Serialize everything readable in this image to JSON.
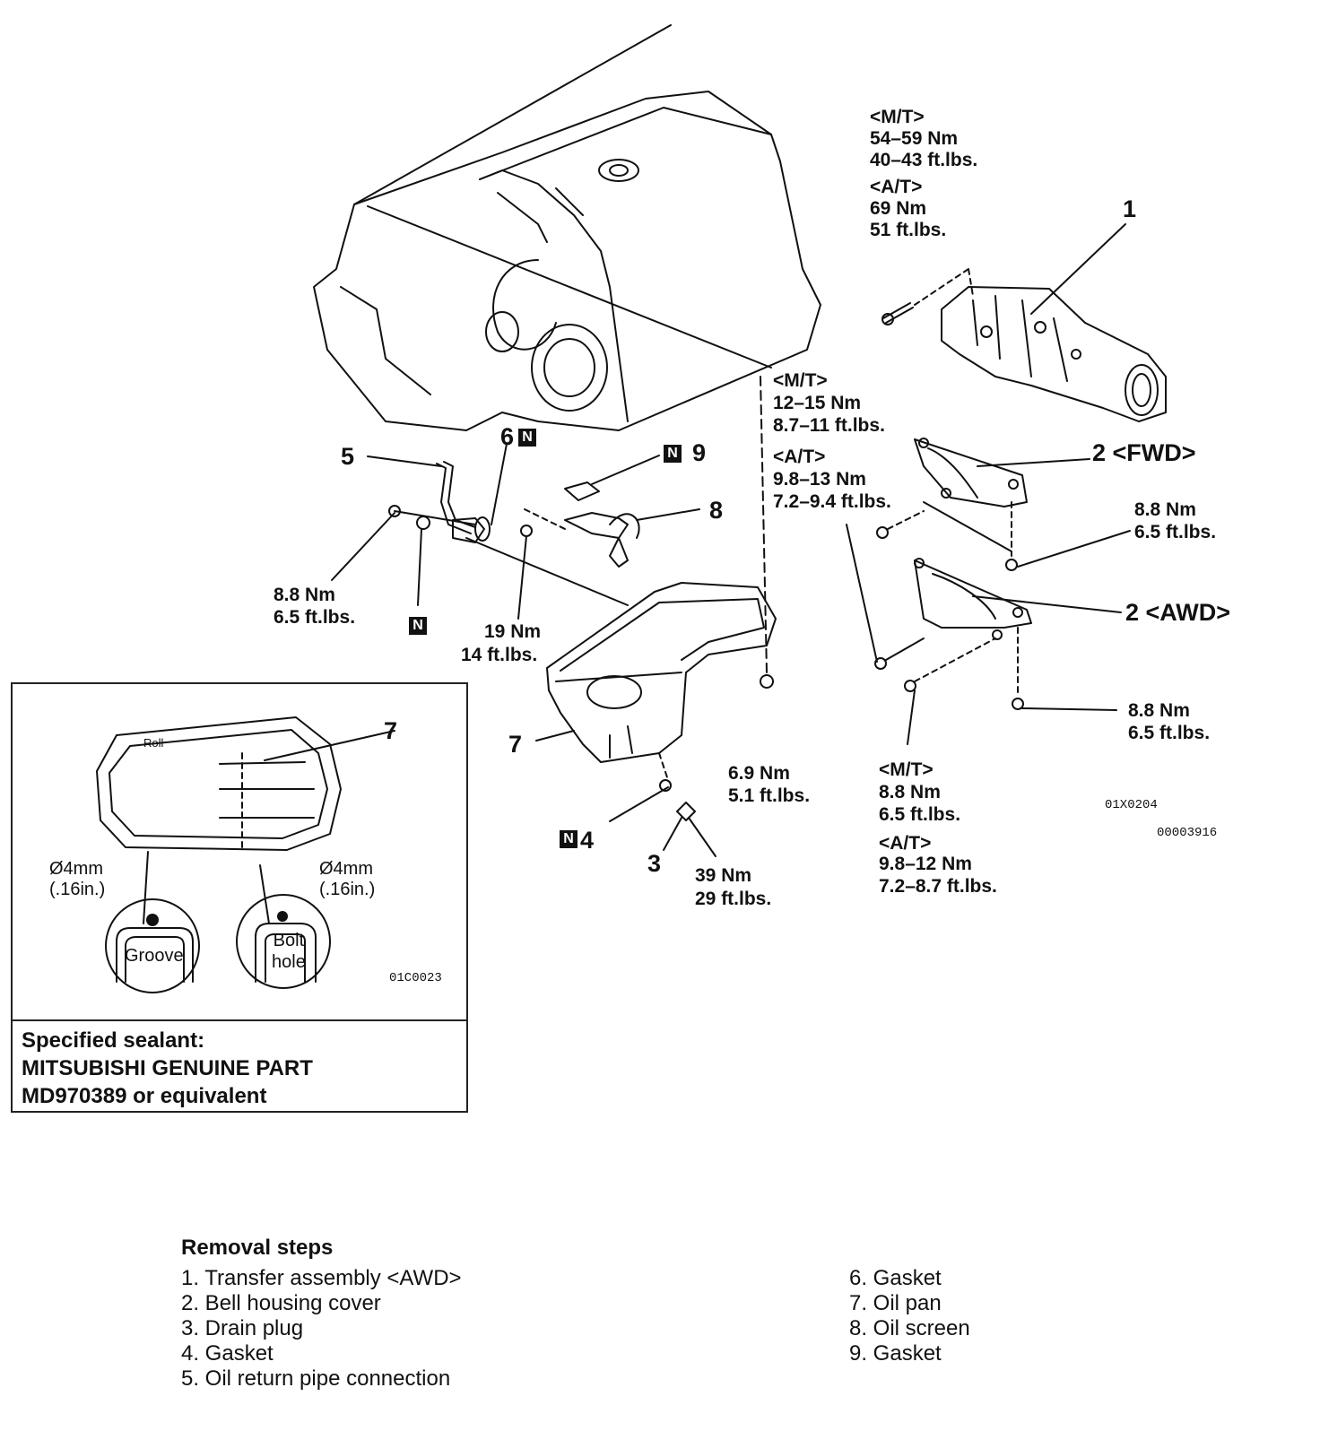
{
  "torque": {
    "transfer": {
      "mt_tag": "<M/T>",
      "mt_nm": "54–59 Nm",
      "mt_ft": "40–43 ft.lbs.",
      "at_tag": "<A/T>",
      "at_nm": "69 Nm",
      "at_ft": "51 ft.lbs."
    },
    "bell_upper": {
      "mt_tag": "<M/T>",
      "mt_nm": "12–15 Nm",
      "mt_ft": "8.7–11 ft.lbs.",
      "at_tag": "<A/T>",
      "at_nm": "9.8–13 Nm",
      "at_ft": "7.2–9.4 ft.lbs."
    },
    "fwd_bolt": {
      "nm": "8.8 Nm",
      "ft": "6.5 ft.lbs."
    },
    "awd_bolt": {
      "nm": "8.8 Nm",
      "ft": "6.5 ft.lbs."
    },
    "bell_lower": {
      "mt_tag": "<M/T>",
      "mt_nm": "8.8 Nm",
      "mt_ft": "6.5 ft.lbs.",
      "at_tag": "<A/T>",
      "at_nm": "9.8–12 Nm",
      "at_ft": "7.2–8.7 ft.lbs."
    },
    "return_pipe": {
      "nm": "8.8 Nm",
      "ft": "6.5 ft.lbs."
    },
    "oil_screen": {
      "nm": "19 Nm",
      "ft": "14 ft.lbs."
    },
    "pan_bolt": {
      "nm": "6.9 Nm",
      "ft": "5.1 ft.lbs."
    },
    "drain_plug": {
      "nm": "39 Nm",
      "ft": "29 ft.lbs."
    }
  },
  "callouts": {
    "n1": "1",
    "n2_fwd": "2 <FWD>",
    "n2_awd": "2 <AWD>",
    "n3": "3",
    "n4": "4",
    "n5": "5",
    "n6": "6",
    "n7": "7",
    "n7_inset": "7",
    "n8": "8",
    "n9": "9",
    "badge": "N"
  },
  "codes": {
    "main": "01X0204",
    "doc": "00003916",
    "inset": "01C0023"
  },
  "inset": {
    "bead_left": "Ø4mm\n(.16in.)",
    "bead_right": "Ø4mm\n(.16in.)",
    "groove": "Groove",
    "bolt_hole": "Bolt\nhole",
    "pan_mark": "Roll"
  },
  "sealant": {
    "line1": "Specified sealant:",
    "line2": "MITSUBISHI GENUINE PART",
    "line3": "MD970389 or equivalent"
  },
  "removal": {
    "title": "Removal steps",
    "left": [
      "1. Transfer assembly <AWD>",
      "2. Bell housing cover",
      "3. Drain plug",
      "4. Gasket",
      "5. Oil return pipe connection"
    ],
    "right": [
      "6. Gasket",
      "7. Oil pan",
      "8. Oil screen",
      "9. Gasket"
    ]
  }
}
